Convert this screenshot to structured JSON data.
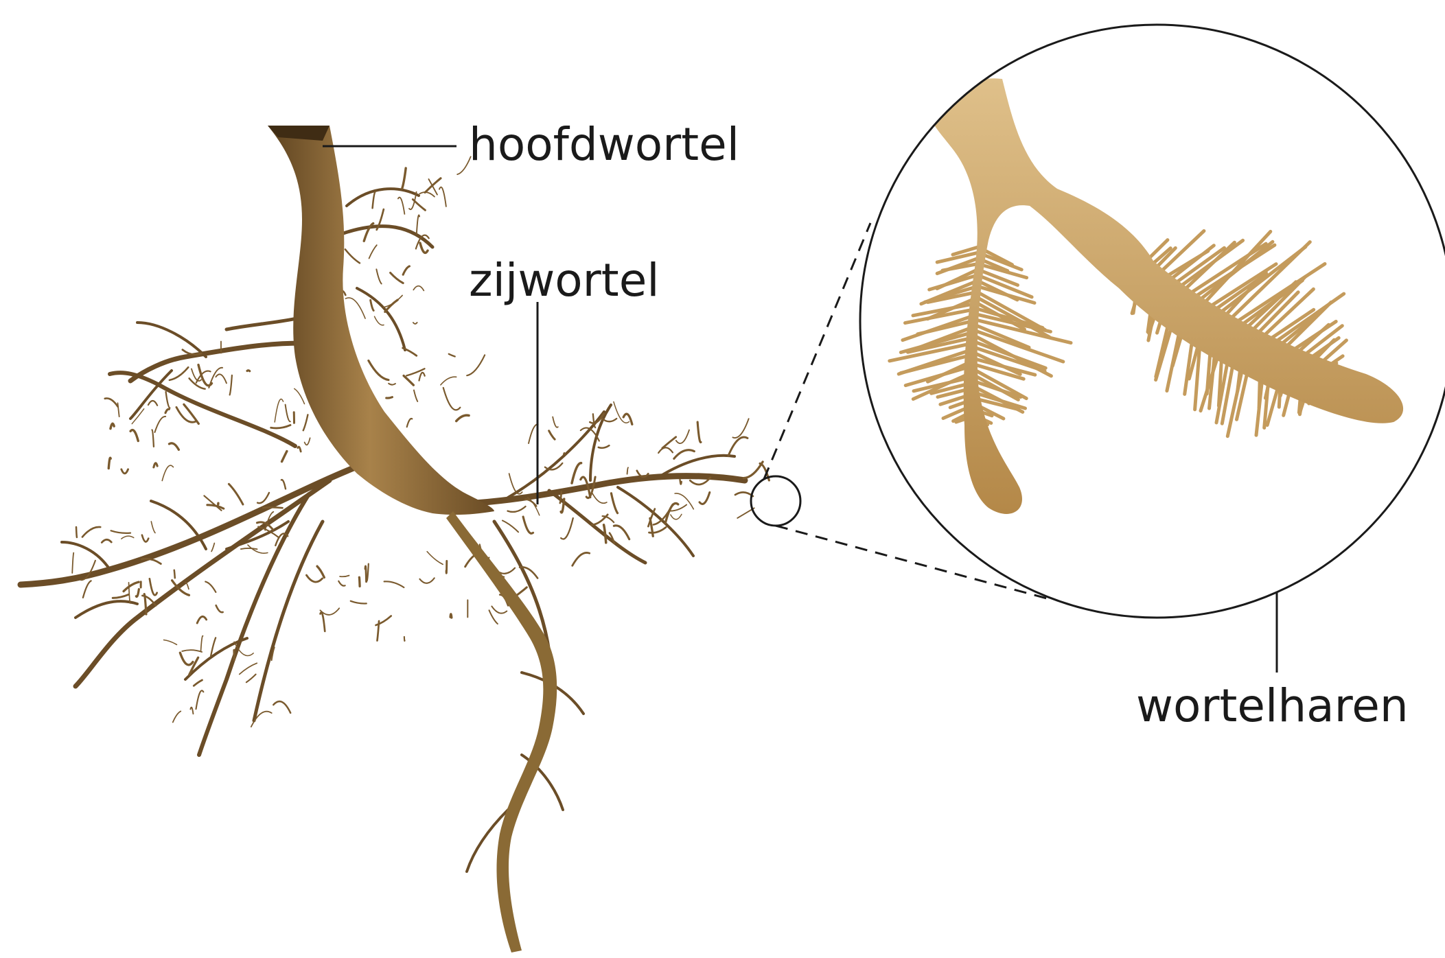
{
  "labels": {
    "main_root": "hoofdwortel",
    "lateral_root": "zijwortel",
    "root_hairs": "wortelharen"
  },
  "colors": {
    "root_dark": "#5e4320",
    "root_mid": "#8a6a35",
    "root_light": "#c9a465",
    "zoom_root": "#c9a060",
    "zoom_root_highlight": "#dfc08a",
    "line": "#1a1a1a"
  }
}
